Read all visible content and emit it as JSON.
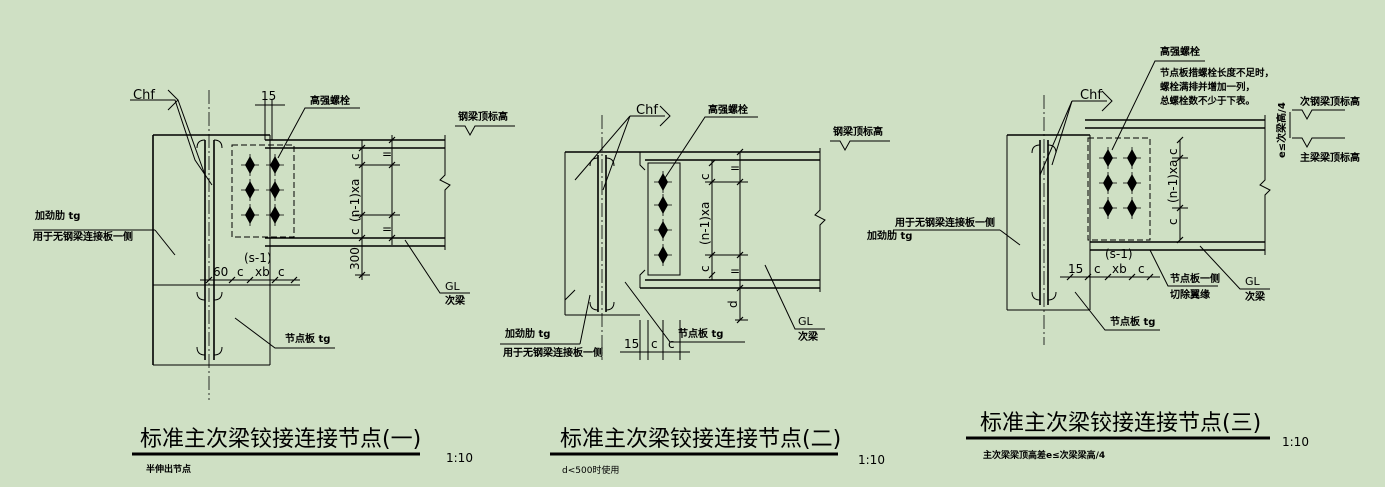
{
  "details": [
    {
      "title": "标准主次梁铰接连接节点(一)",
      "scale": "1:10",
      "note": "半伸出节点",
      "labels": {
        "chf": "Chf",
        "gap": "15",
        "bolt": "高强螺栓",
        "beam_top": "钢梁顶标高",
        "stiffener": "加劲肋 tg",
        "stiffener_note": "用于无钢梁连接板一侧",
        "plate": "节点板 tg",
        "gl": "GL",
        "secondary": "次梁",
        "dim_c": "c",
        "dim_n": "(n-1)xa",
        "dim_eq": "=",
        "dim_300": "300",
        "dim_60": "60",
        "dim_s": "(s-1)",
        "dim_xb": "xb"
      }
    },
    {
      "title": "标准主次梁铰接连接节点(二)",
      "scale": "1:10",
      "note": "d<500时使用",
      "labels": {
        "chf": "Chf",
        "bolt": "高强螺栓",
        "beam_top": "钢梁顶标高",
        "stiffener": "加劲肋 tg",
        "stiffener_note": "用于无钢梁连接板一侧",
        "plate": "节点板 tg",
        "gl": "GL",
        "secondary": "次梁",
        "dim_c": "c",
        "dim_n": "(n-1)xa",
        "dim_eq": "=",
        "dim_d": "d",
        "dim_15": "15"
      }
    },
    {
      "title": "标准主次梁铰接连接节点(三)",
      "scale": "1:10",
      "note": "主次梁梁顶高差e≤次梁梁高/4",
      "labels": {
        "chf": "Chf",
        "bolt": "高强螺栓",
        "bolt_note_1": "节点板措螺栓长度不足时，",
        "bolt_note_2": "螺栓满排并增加一列，",
        "bolt_note_3": "总螺栓数不少于下表。",
        "e_label": "e≤次梁高/4",
        "sec_top": "次钢梁顶标高",
        "main_top": "主梁梁顶标高",
        "stiffener": "加劲肋 tg",
        "stiffener_note": "用于无钢梁连接板一侧",
        "plate_side": "节点板一侧",
        "cut_flange": "切除翼缘",
        "plate": "节点板 tg",
        "gl": "GL",
        "secondary": "次梁",
        "dim_c": "c",
        "dim_n": "(n-1)xa",
        "dim_15": "15",
        "dim_s": "(s-1)",
        "dim_xb": "xb"
      }
    }
  ]
}
